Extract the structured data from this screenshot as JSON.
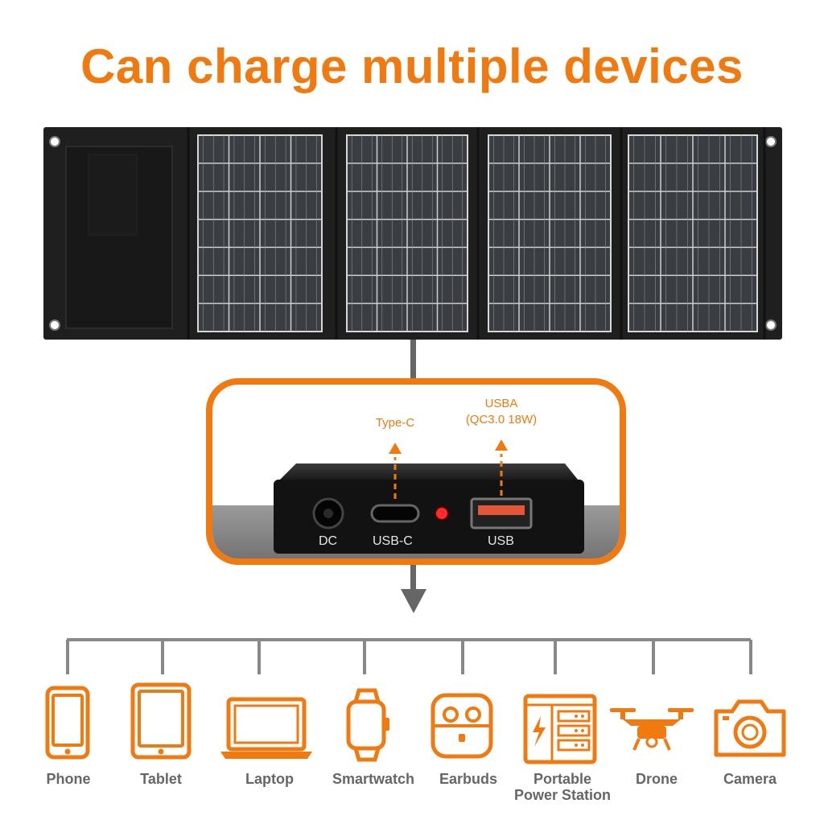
{
  "headline": "Can charge multiple devices",
  "colors": {
    "accent": "#f07a10",
    "panel": "#1f1f1f",
    "cell": "#3a3d42",
    "connector": "#666666",
    "label": "#666666"
  },
  "callout": {
    "ports": [
      {
        "name": "DC",
        "stamp": "DC"
      },
      {
        "name": "USB-C",
        "stamp": "USB-C",
        "annotation": [
          "Type-C"
        ]
      },
      {
        "name": "USB",
        "stamp": "USB",
        "annotation": [
          "USBA",
          "(QC3.0 18W)"
        ]
      }
    ]
  },
  "devices": [
    {
      "label": "Phone",
      "icon": "phone-icon"
    },
    {
      "label": "Tablet",
      "icon": "tablet-icon"
    },
    {
      "label": "Laptop",
      "icon": "laptop-icon"
    },
    {
      "label": "Smartwatch",
      "icon": "smartwatch-icon"
    },
    {
      "label": "Earbuds",
      "icon": "earbuds-icon"
    },
    {
      "label": "Portable Power Station",
      "label_lines": [
        "Portable",
        "Power Station"
      ],
      "icon": "power-station-icon"
    },
    {
      "label": "Drone",
      "icon": "drone-icon"
    },
    {
      "label": "Camera",
      "icon": "camera-icon"
    }
  ]
}
